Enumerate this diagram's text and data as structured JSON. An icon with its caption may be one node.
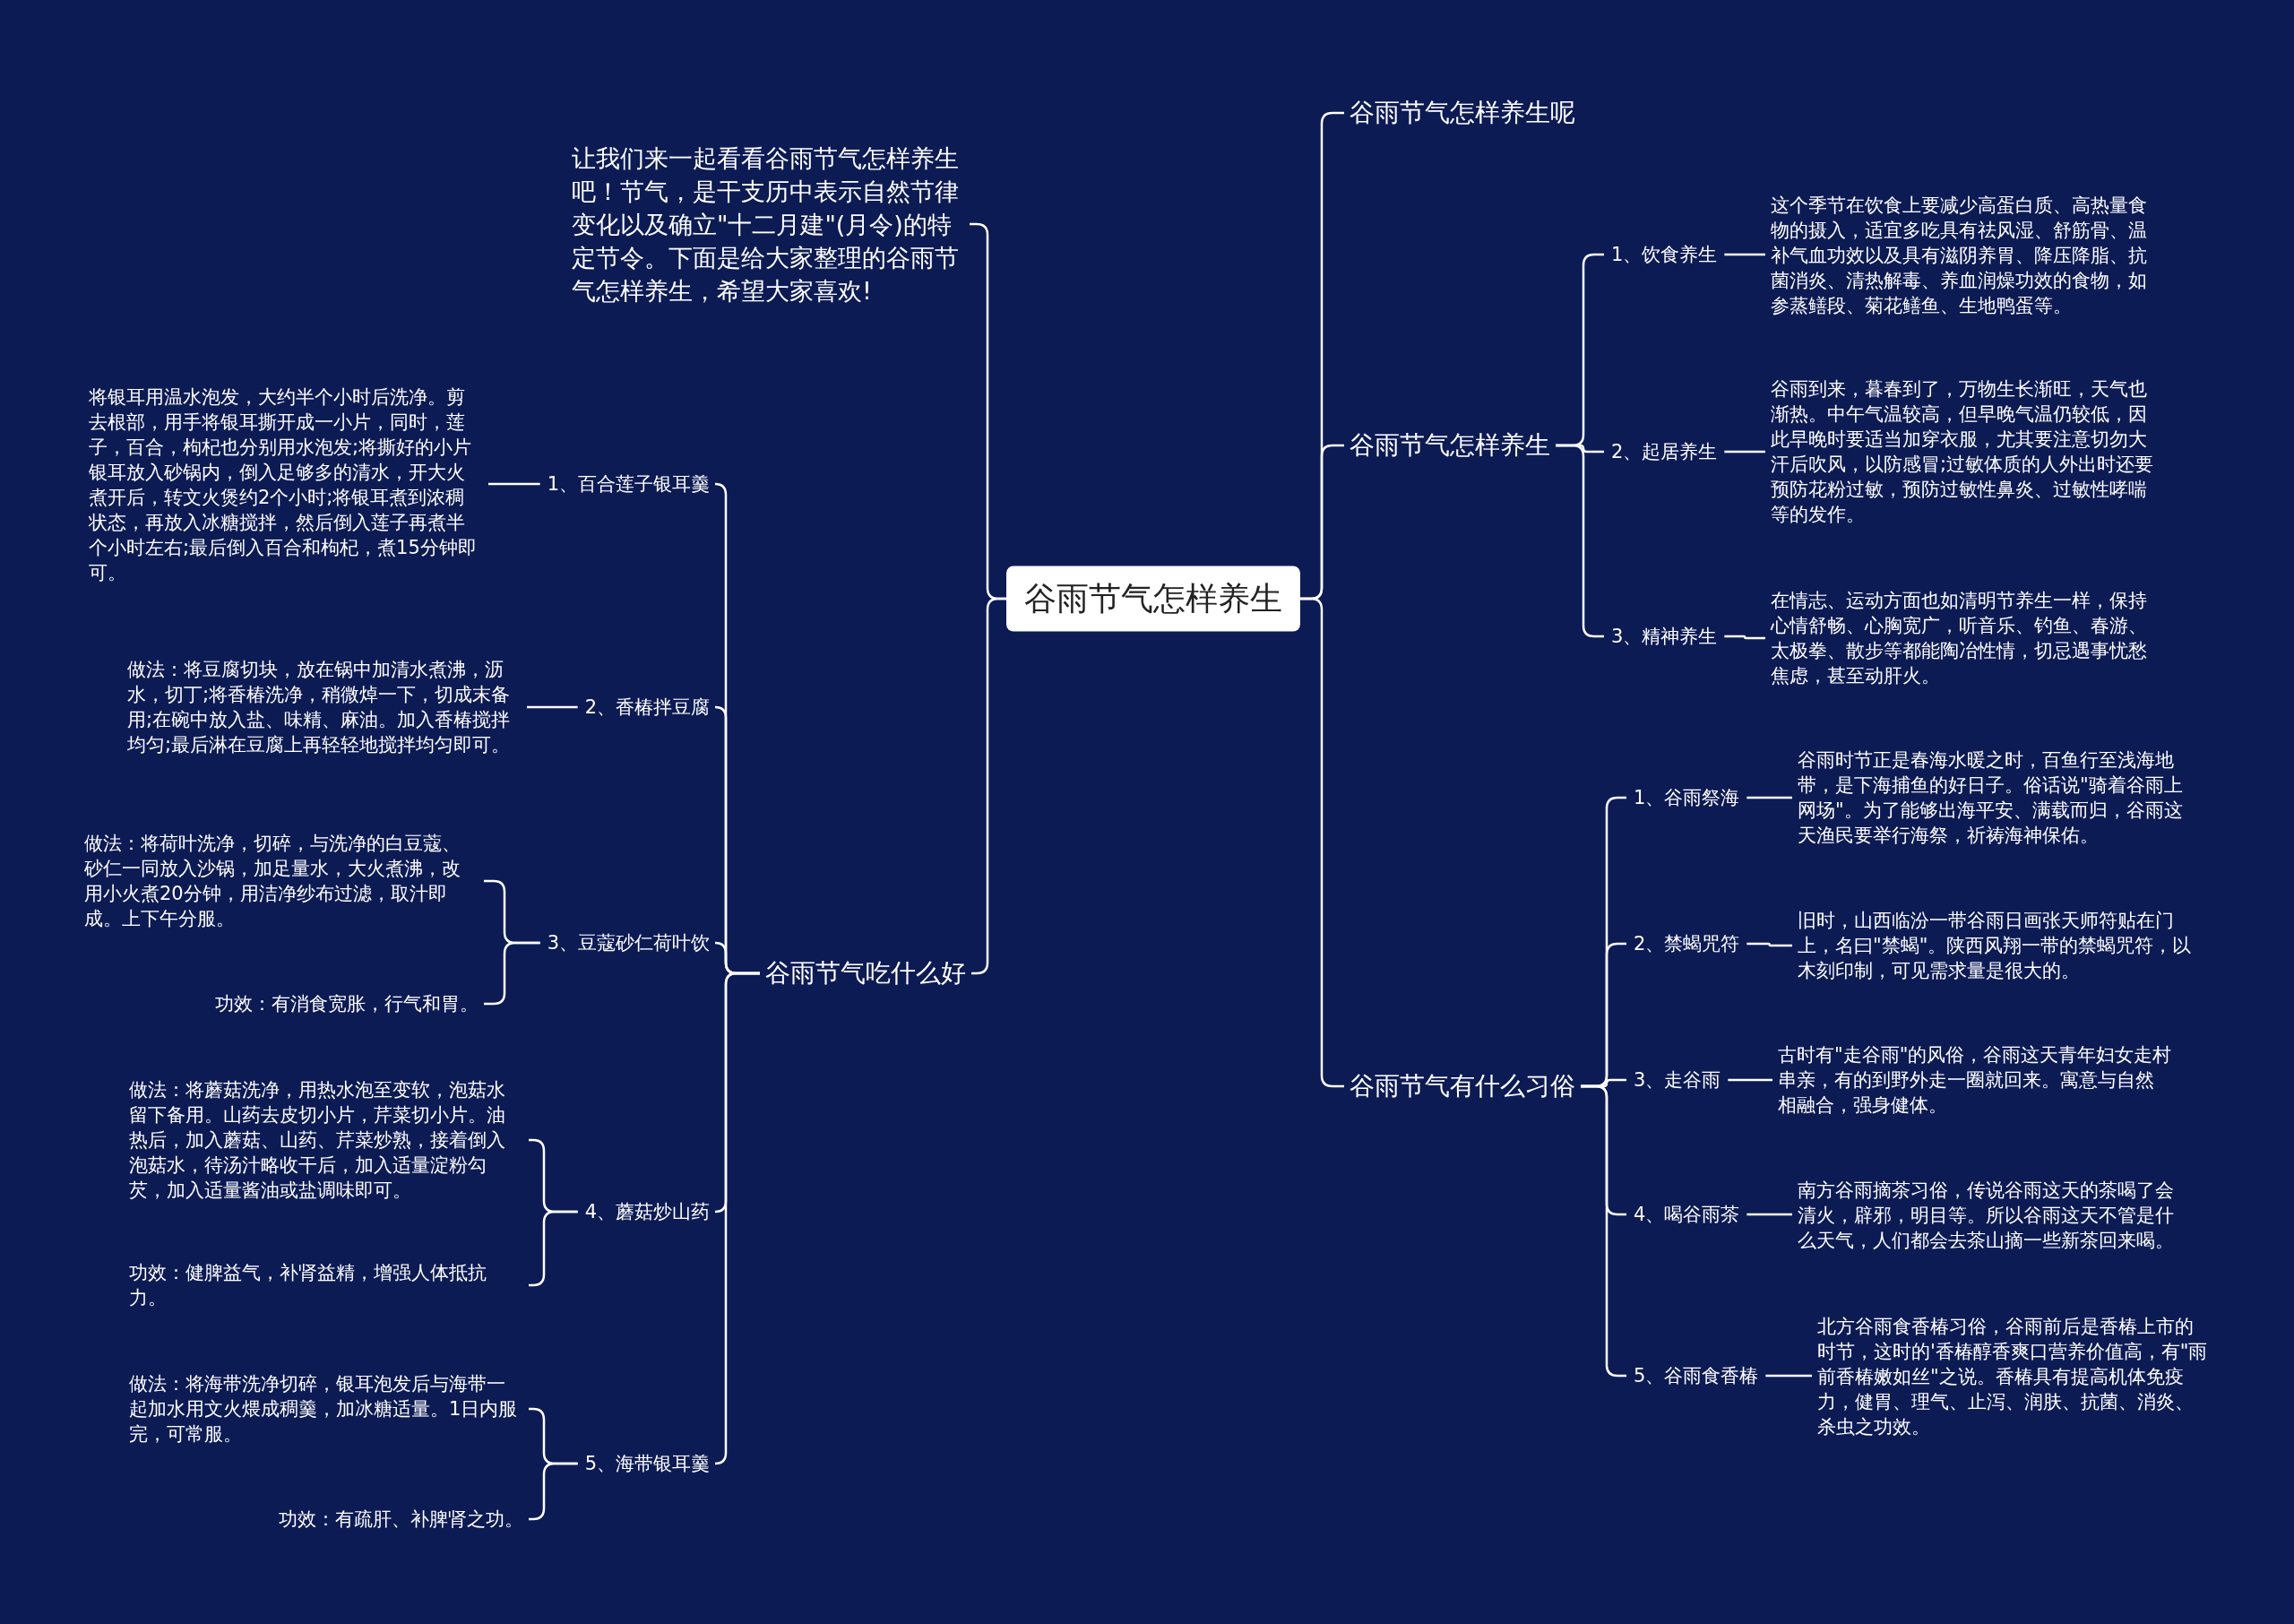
{
  "diagram": {
    "nodes": [
      {
        "text": [
          "谷雨节气怎样养生"
        ]
      },
      {
        "text": [
          "让我们来一起看看谷雨节气怎样养生吧！节气，是干支历中表示自然节律变化以及确立\"十二月建\"(月令)的特定节令。下面是给大家整理的谷雨节气怎样养生，希望大家喜欢!"
        ]
      },
      {
        "text": [
          "谷雨节气吃什么好"
        ]
      },
      {
        "text": [
          "1、百合莲子银耳羹"
        ]
      },
      {
        "text": [
          "将银耳用温水泡发，大约半个小时后洗净。剪去根部，用手将银耳撕开成一小片，同时，莲子，百合，枸杞也分别用水泡发;将撕好的小片银耳放入砂锅内，倒入足够多的清水，开大火煮开后，转文火煲约2个小时;将银耳煮到浓稠状态，再放入冰糖搅拌，然后倒入莲子再煮半个小时左右;最后倒入百合和枸杞，煮15分钟即可。"
        ]
      },
      {
        "text": [
          "2、香椿拌豆腐"
        ]
      },
      {
        "text": [
          "做法：将豆腐切块，放在锅中加清水煮沸，沥水，切丁;将香椿洗净，稍微焯一下，切成末备用;在碗中放入盐、味精、麻油。加入香椿搅拌均匀;最后淋在豆腐上再轻轻地搅拌均匀即可。"
        ]
      },
      {
        "text": [
          "3、豆蔻砂仁荷叶饮"
        ]
      },
      {
        "text": [
          "做法：将荷叶洗净，切碎，与洗净的白豆蔻、砂仁一同放入沙锅，加足量水，大火煮沸，改用小火煮20分钟，用洁净纱布过滤，取汁即成。上下午分服。"
        ]
      },
      {
        "text": [
          "功效：有消食宽胀，行气和胃。"
        ]
      },
      {
        "text": [
          "4、蘑菇炒山药"
        ]
      },
      {
        "text": [
          "做法：将蘑菇洗净，用热水泡至变软，泡菇水留下备用。山药去皮切小片，芹菜切小片。油热后，加入蘑菇、山药、芹菜炒熟，接着倒入泡菇水，待汤汁略收干后，加入适量淀粉勾芡，加入适量酱油或盐调味即可。"
        ]
      },
      {
        "text": [
          "功效：健脾益气，补肾益精，增强人体抵抗力。"
        ]
      },
      {
        "text": [
          "5、海带银耳羹"
        ]
      },
      {
        "text": [
          "做法：将海带洗净切碎，银耳泡发后与海带一起加水用文火煨成稠羹，加冰糖适量。1日内服完，可常服。"
        ]
      },
      {
        "text": [
          "功效：有疏肝、补脾肾之功。"
        ]
      },
      {
        "text": [
          "谷雨节气怎样养生呢"
        ]
      },
      {
        "text": [
          "谷雨节气怎样养生"
        ]
      },
      {
        "text": [
          "1、饮食养生"
        ]
      },
      {
        "text": [
          "这个季节在饮食上要减少高蛋白质、高热量食物的摄入，适宜多吃具有祛风湿、舒筋骨、温补气血功效以及具有滋阴养胃、降压降脂、抗菌消炎、清热解毒、养血润燥功效的食物，如参蒸鳝段、菊花鳝鱼、生地鸭蛋等。"
        ]
      },
      {
        "text": [
          "2、起居养生"
        ]
      },
      {
        "text": [
          "谷雨到来，暮春到了，万物生长渐旺，天气也渐热。中午气温较高，但早晚气温仍较低，因此早晚时要适当加穿衣服，尤其要注意切勿大汗后吹风，以防感冒;过敏体质的人外出时还要预防花粉过敏，预防过敏性鼻炎、过敏性哮喘等的发作。"
        ]
      },
      {
        "text": [
          "3、精神养生"
        ]
      },
      {
        "text": [
          "在情志、运动方面也如清明节养生一样，保持心情舒畅、心胸宽广，听音乐、钓鱼、春游、太极拳、散步等都能陶冶性情，切忌遇事忧愁焦虑，甚至动肝火。"
        ]
      },
      {
        "text": [
          "谷雨节气有什么习俗"
        ]
      },
      {
        "text": [
          "1、谷雨祭海"
        ]
      },
      {
        "text": [
          "谷雨时节正是春海水暖之时，百鱼行至浅海地带，是下海捕鱼的好日子。俗话说\"骑着谷雨上网场\"。为了能够出海平安、满载而归，谷雨这天渔民要举行海祭，祈祷海神保佑。"
        ]
      },
      {
        "text": [
          "2、禁蝎咒符"
        ]
      },
      {
        "text": [
          "旧时，山西临汾一带谷雨日画张天师符贴在门上，名曰\"禁蝎\"。陕西风翔一带的禁蝎咒符，以木刻印制，可见需求量是很大的。"
        ]
      },
      {
        "text": [
          "3、走谷雨"
        ]
      },
      {
        "text": [
          "古时有\"走谷雨\"的风俗，谷雨这天青年妇女走村串亲，有的到野外走一圈就回来。寓意与自然相融合，强身健体。"
        ]
      },
      {
        "text": [
          "4、喝谷雨茶"
        ]
      },
      {
        "text": [
          "南方谷雨摘茶习俗，传说谷雨这天的茶喝了会清火，辟邪，明目等。所以谷雨这天不管是什么天气，人们都会去茶山摘一些新茶回来喝。"
        ]
      },
      {
        "text": [
          "5、谷雨食香椿"
        ]
      },
      {
        "text": [
          "北方谷雨食香椿习俗，谷雨前后是香椿上市的时节，这时的'香椿醇香爽口营养价值高，有\"雨前香椿嫩如丝\"之说。香椿具有提高机体免疫力，健胃、理气、止泻、润肤、抗菌、消炎、杀虫之功效。"
        ]
      }
    ],
    "edges": [
      {
        "from": 0,
        "to": 1,
        "arrow": "none"
      },
      {
        "from": 0,
        "to": 2,
        "arrow": "none"
      },
      {
        "from": 2,
        "to": 3,
        "arrow": "none"
      },
      {
        "from": 3,
        "to": 4,
        "arrow": "none"
      },
      {
        "from": 2,
        "to": 5,
        "arrow": "none"
      },
      {
        "from": 5,
        "to": 6,
        "arrow": "none"
      },
      {
        "from": 2,
        "to": 7,
        "arrow": "none"
      },
      {
        "from": 7,
        "to": 8,
        "arrow": "none"
      },
      {
        "from": 7,
        "to": 9,
        "arrow": "none"
      },
      {
        "from": 2,
        "to": 10,
        "arrow": "none"
      },
      {
        "from": 10,
        "to": 11,
        "arrow": "none"
      },
      {
        "from": 10,
        "to": 12,
        "arrow": "none"
      },
      {
        "from": 2,
        "to": 13,
        "arrow": "none"
      },
      {
        "from": 13,
        "to": 14,
        "arrow": "none"
      },
      {
        "from": 13,
        "to": 15,
        "arrow": "none"
      },
      {
        "from": 0,
        "to": 16,
        "arrow": "none"
      },
      {
        "from": 0,
        "to": 17,
        "arrow": "none"
      },
      {
        "from": 17,
        "to": 18,
        "arrow": "none"
      },
      {
        "from": 18,
        "to": 19,
        "arrow": "none"
      },
      {
        "from": 17,
        "to": 20,
        "arrow": "none"
      },
      {
        "from": 20,
        "to": 21,
        "arrow": "none"
      },
      {
        "from": 17,
        "to": 22,
        "arrow": "none"
      },
      {
        "from": 22,
        "to": 23,
        "arrow": "none"
      },
      {
        "from": 0,
        "to": 24,
        "arrow": "none"
      },
      {
        "from": 24,
        "to": 25,
        "arrow": "none"
      },
      {
        "from": 25,
        "to": 26,
        "arrow": "none"
      },
      {
        "from": 24,
        "to": 27,
        "arrow": "none"
      },
      {
        "from": 27,
        "to": 28,
        "arrow": "none"
      },
      {
        "from": 24,
        "to": 29,
        "arrow": "none"
      },
      {
        "from": 29,
        "to": 30,
        "arrow": "none"
      },
      {
        "from": 24,
        "to": 31,
        "arrow": "none"
      },
      {
        "from": 31,
        "to": 32,
        "arrow": "none"
      },
      {
        "from": 24,
        "to": 33,
        "arrow": "none"
      },
      {
        "from": 33,
        "to": 34,
        "arrow": "none"
      }
    ]
  }
}
